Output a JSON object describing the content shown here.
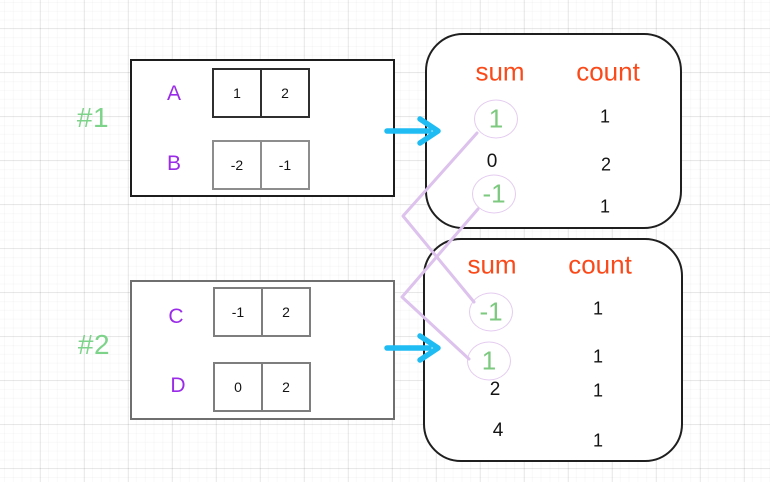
{
  "examples": [
    {
      "label": "#1",
      "arrays": [
        {
          "name": "A",
          "cells": [
            "1",
            "2"
          ]
        },
        {
          "name": "B",
          "cells": [
            "-2",
            "-1"
          ]
        }
      ],
      "table": {
        "sum_header": "sum",
        "count_header": "count",
        "rows": [
          {
            "sum": "1",
            "count": "1",
            "circled": true
          },
          {
            "sum": "0",
            "count": "2",
            "circled": false
          },
          {
            "sum": "-1",
            "count": "1",
            "circled": true
          }
        ]
      }
    },
    {
      "label": "#2",
      "arrays": [
        {
          "name": "C",
          "cells": [
            "-1",
            "2"
          ]
        },
        {
          "name": "D",
          "cells": [
            "0",
            "2"
          ]
        }
      ],
      "table": {
        "sum_header": "sum",
        "count_header": "count",
        "rows": [
          {
            "sum": "-1",
            "count": "1",
            "circled": true
          },
          {
            "sum": "1",
            "count": "1",
            "circled": true
          },
          {
            "sum": "2",
            "count": "1",
            "circled": false
          },
          {
            "sum": "4",
            "count": "1",
            "circled": false
          }
        ]
      }
    }
  ],
  "connectors": [
    {
      "from": "example-1 sum 1",
      "to": "example-2 sum -1"
    },
    {
      "from": "example-1 sum -1",
      "to": "example-2 sum 1"
    }
  ],
  "colors": {
    "example_label_green": "#7DD389",
    "array_letter_purple": "#9A2BE8",
    "header_orange": "#FB4A1A",
    "sum_green": "#7CC97F",
    "circle_lavender": "#E4CCF0",
    "connector_lavender": "#DCC2EC",
    "arrow_cyan": "#1FBCF4",
    "grid_gray": "#e8e8e8"
  },
  "icons": {
    "arrow_right": "thick cyan right arrow",
    "highlight_circle": "lavender ellipse around matched sums"
  }
}
